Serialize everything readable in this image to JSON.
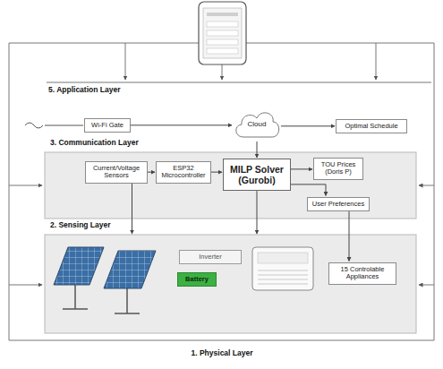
{
  "diagram": {
    "nodes": [
      {
        "text": [
          "Wi-Fi Gate"
        ]
      },
      {
        "text": [
          "Cloud"
        ]
      },
      {
        "text": [
          "Optimal Schedule"
        ]
      },
      {
        "text": [
          "3. Communication Layer"
        ]
      },
      {
        "text": [
          "Current/Voltage Sensors"
        ],
        "in": 3
      },
      {
        "text": [
          "ESP32 Microcontroller"
        ],
        "in": 3
      },
      {
        "text": [
          "MILP Solver (Gurobi)"
        ],
        "in": 3
      },
      {
        "text": [
          "TOU Prices (Doris P)"
        ],
        "in": 3
      },
      {
        "text": [
          "User Preferences"
        ],
        "in": 3
      },
      {
        "text": [
          "2. Sensing Layer"
        ]
      },
      {
        "text": [
          "Inverter"
        ],
        "in": 9
      },
      {
        "text": [
          "Battery"
        ],
        "in": 9
      },
      {
        "text": [
          "15 Controlable Appliances"
        ],
        "in": 9
      }
    ],
    "edges": [
      {
        "from": 0,
        "to": 1,
        "arrow": "to"
      },
      {
        "from": 1,
        "to": 2,
        "arrow": "to"
      },
      {
        "from": 1,
        "to": 6,
        "arrow": "to"
      },
      {
        "from": 4,
        "to": 5,
        "arrow": "to"
      },
      {
        "from": 5,
        "to": 6,
        "arrow": "to"
      },
      {
        "from": 6,
        "to": 7,
        "arrow": "to"
      },
      {
        "from": 6,
        "to": 8,
        "arrow": "to"
      },
      {
        "from": 8,
        "to": 12,
        "arrow": "to"
      },
      {
        "from": 6,
        "to": 9,
        "arrow": "to"
      },
      {
        "from": 4,
        "to": 9,
        "arrow": "to"
      }
    ],
    "labels": [
      "5. Application Layer",
      "1. Physical Layer"
    ]
  }
}
